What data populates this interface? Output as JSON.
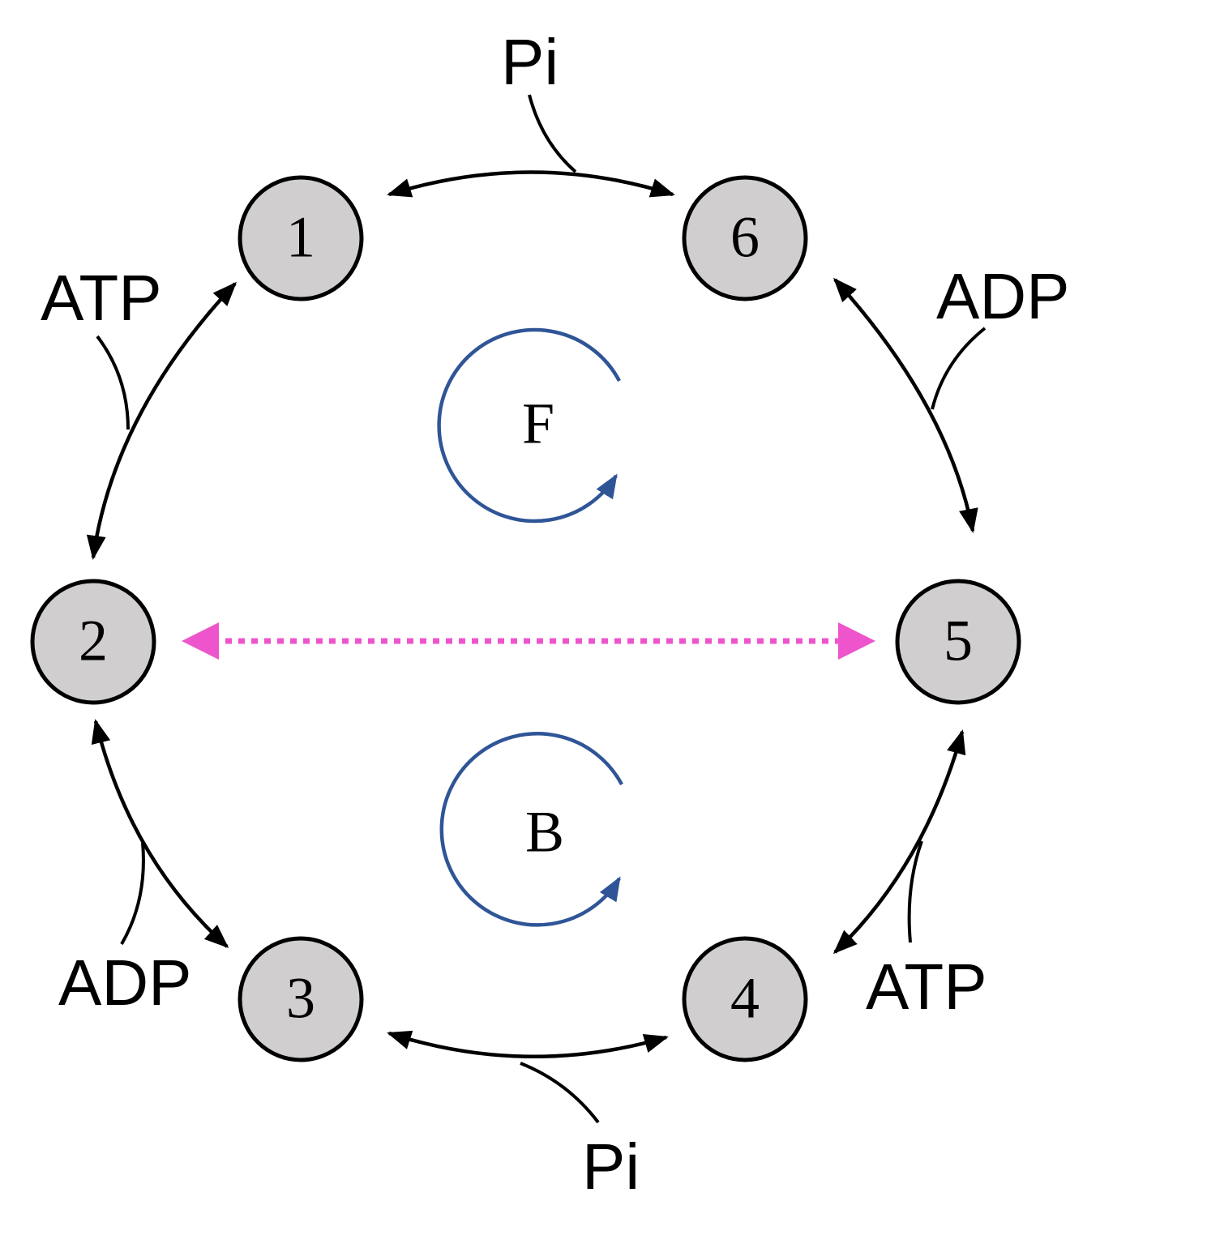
{
  "diagram": {
    "states": [
      {
        "id": "s1",
        "label": "1"
      },
      {
        "id": "s2",
        "label": "2"
      },
      {
        "id": "s3",
        "label": "3"
      },
      {
        "id": "s4",
        "label": "4"
      },
      {
        "id": "s5",
        "label": "5"
      },
      {
        "id": "s6",
        "label": "6"
      }
    ],
    "cycles": {
      "forward": "F",
      "backward": "B"
    },
    "species": {
      "pi_top": "Pi",
      "pi_bottom": "Pi",
      "atp_left": "ATP",
      "atp_right": "ATP",
      "adp_left": "ADP",
      "adp_right": "ADP"
    },
    "colors": {
      "state_fill": "#d0cece",
      "cycle_arrow": "#2f5597",
      "link_arrow": "#ee55cc"
    }
  }
}
